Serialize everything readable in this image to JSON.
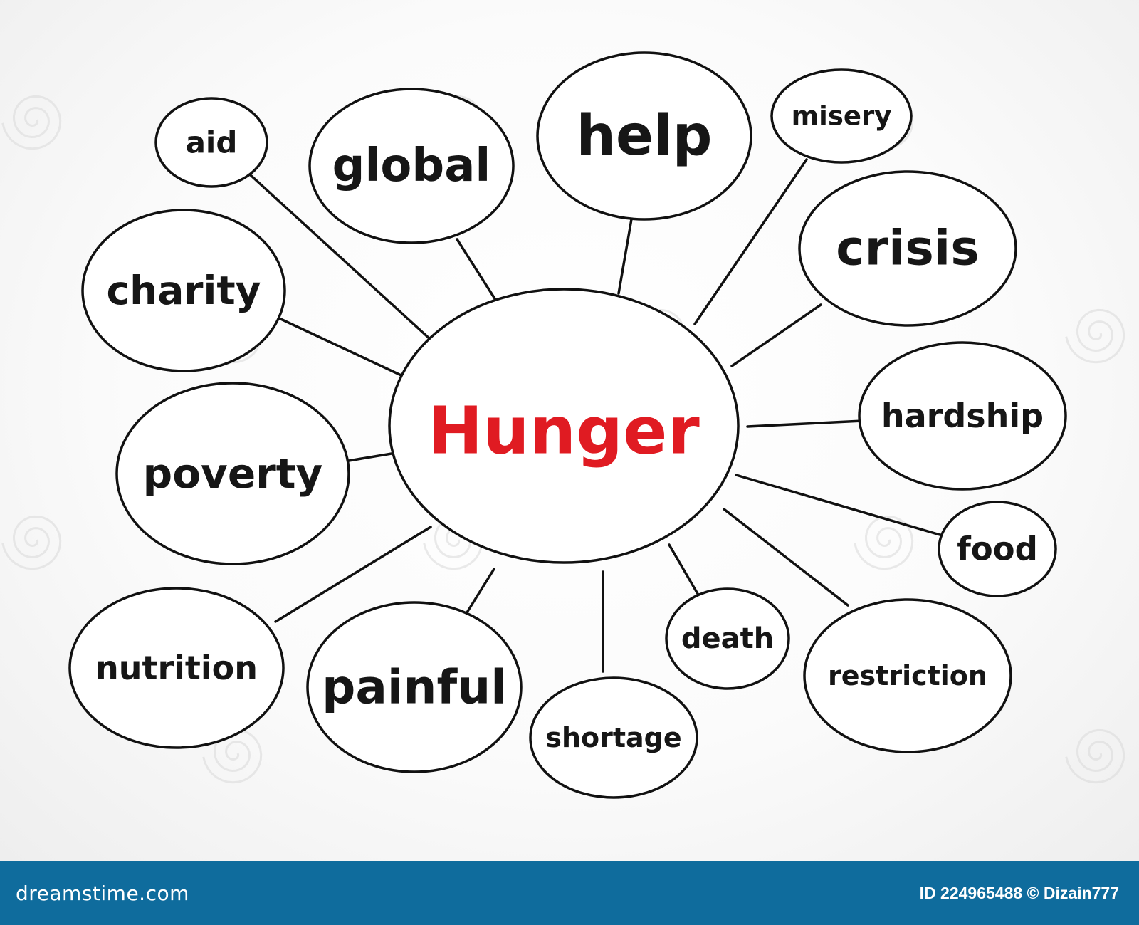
{
  "diagram": {
    "center": {
      "label": "Hunger",
      "color": "#e01b22"
    },
    "nodes": [
      {
        "id": "aid",
        "label": "aid"
      },
      {
        "id": "global",
        "label": "global"
      },
      {
        "id": "help",
        "label": "help"
      },
      {
        "id": "misery",
        "label": "misery"
      },
      {
        "id": "crisis",
        "label": "crisis"
      },
      {
        "id": "charity",
        "label": "charity"
      },
      {
        "id": "hardship",
        "label": "hardship"
      },
      {
        "id": "poverty",
        "label": "poverty"
      },
      {
        "id": "food",
        "label": "food"
      },
      {
        "id": "nutrition",
        "label": "nutrition"
      },
      {
        "id": "painful",
        "label": "painful"
      },
      {
        "id": "death",
        "label": "death"
      },
      {
        "id": "shortage",
        "label": "shortage"
      },
      {
        "id": "restriction",
        "label": "restriction"
      }
    ],
    "line_color": "#111111"
  },
  "footer": {
    "logo": "dreamstime.com",
    "credit": "ID 224965488 © Dizain777",
    "background": "#0f6c9d"
  }
}
